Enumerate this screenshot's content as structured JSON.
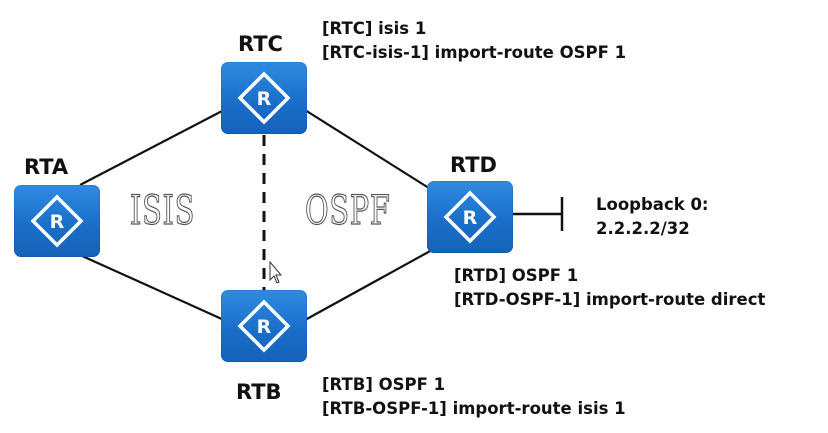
{
  "routers": {
    "rta": {
      "name": "RTA"
    },
    "rtb": {
      "name": "RTB",
      "config": [
        "[RTB] OSPF 1",
        "[RTB-OSPF-1] import-route isis 1"
      ]
    },
    "rtc": {
      "name": "RTC",
      "config": [
        "[RTC] isis 1",
        "[RTC-isis-1] import-route OSPF 1"
      ]
    },
    "rtd": {
      "name": "RTD",
      "config": [
        "[RTD] OSPF 1",
        "[RTD-OSPF-1] import-route direct"
      ]
    }
  },
  "router_icon_glyph": "R",
  "areas": {
    "left": "ISIS",
    "right": "OSPF"
  },
  "loopback": {
    "line1": "Loopback 0:",
    "line2": "2.2.2.2/32"
  },
  "colors": {
    "router": "#1a6fc9",
    "link": "#111111"
  }
}
